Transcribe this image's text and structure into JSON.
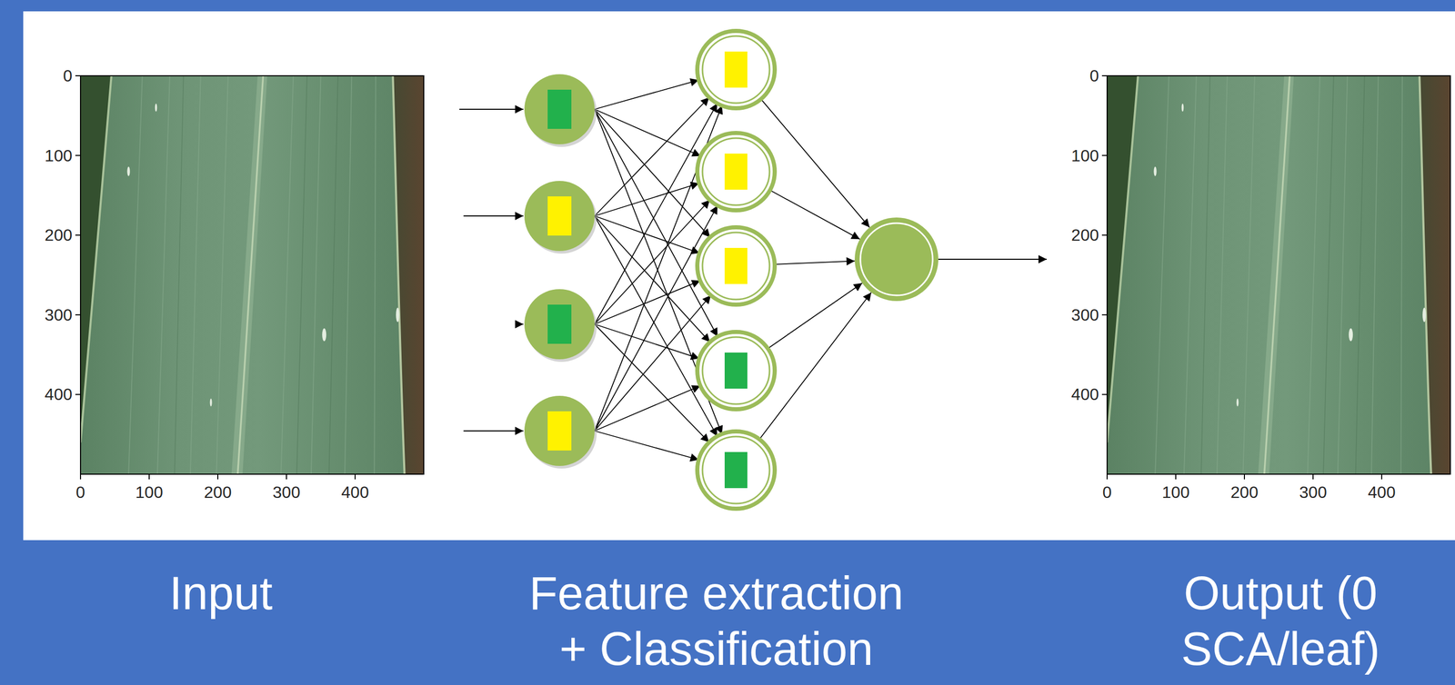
{
  "diagram": {
    "labels": [
      "0",
      "100",
      "200",
      "300",
      "400",
      "0",
      "100",
      "200",
      "300",
      "400",
      "0",
      "100",
      "200",
      "300",
      "400",
      "0",
      "100",
      "200",
      "300",
      "400",
      "Input",
      "Feature extraction + Classification",
      "Output (0 SCA/leaf)"
    ]
  }
}
